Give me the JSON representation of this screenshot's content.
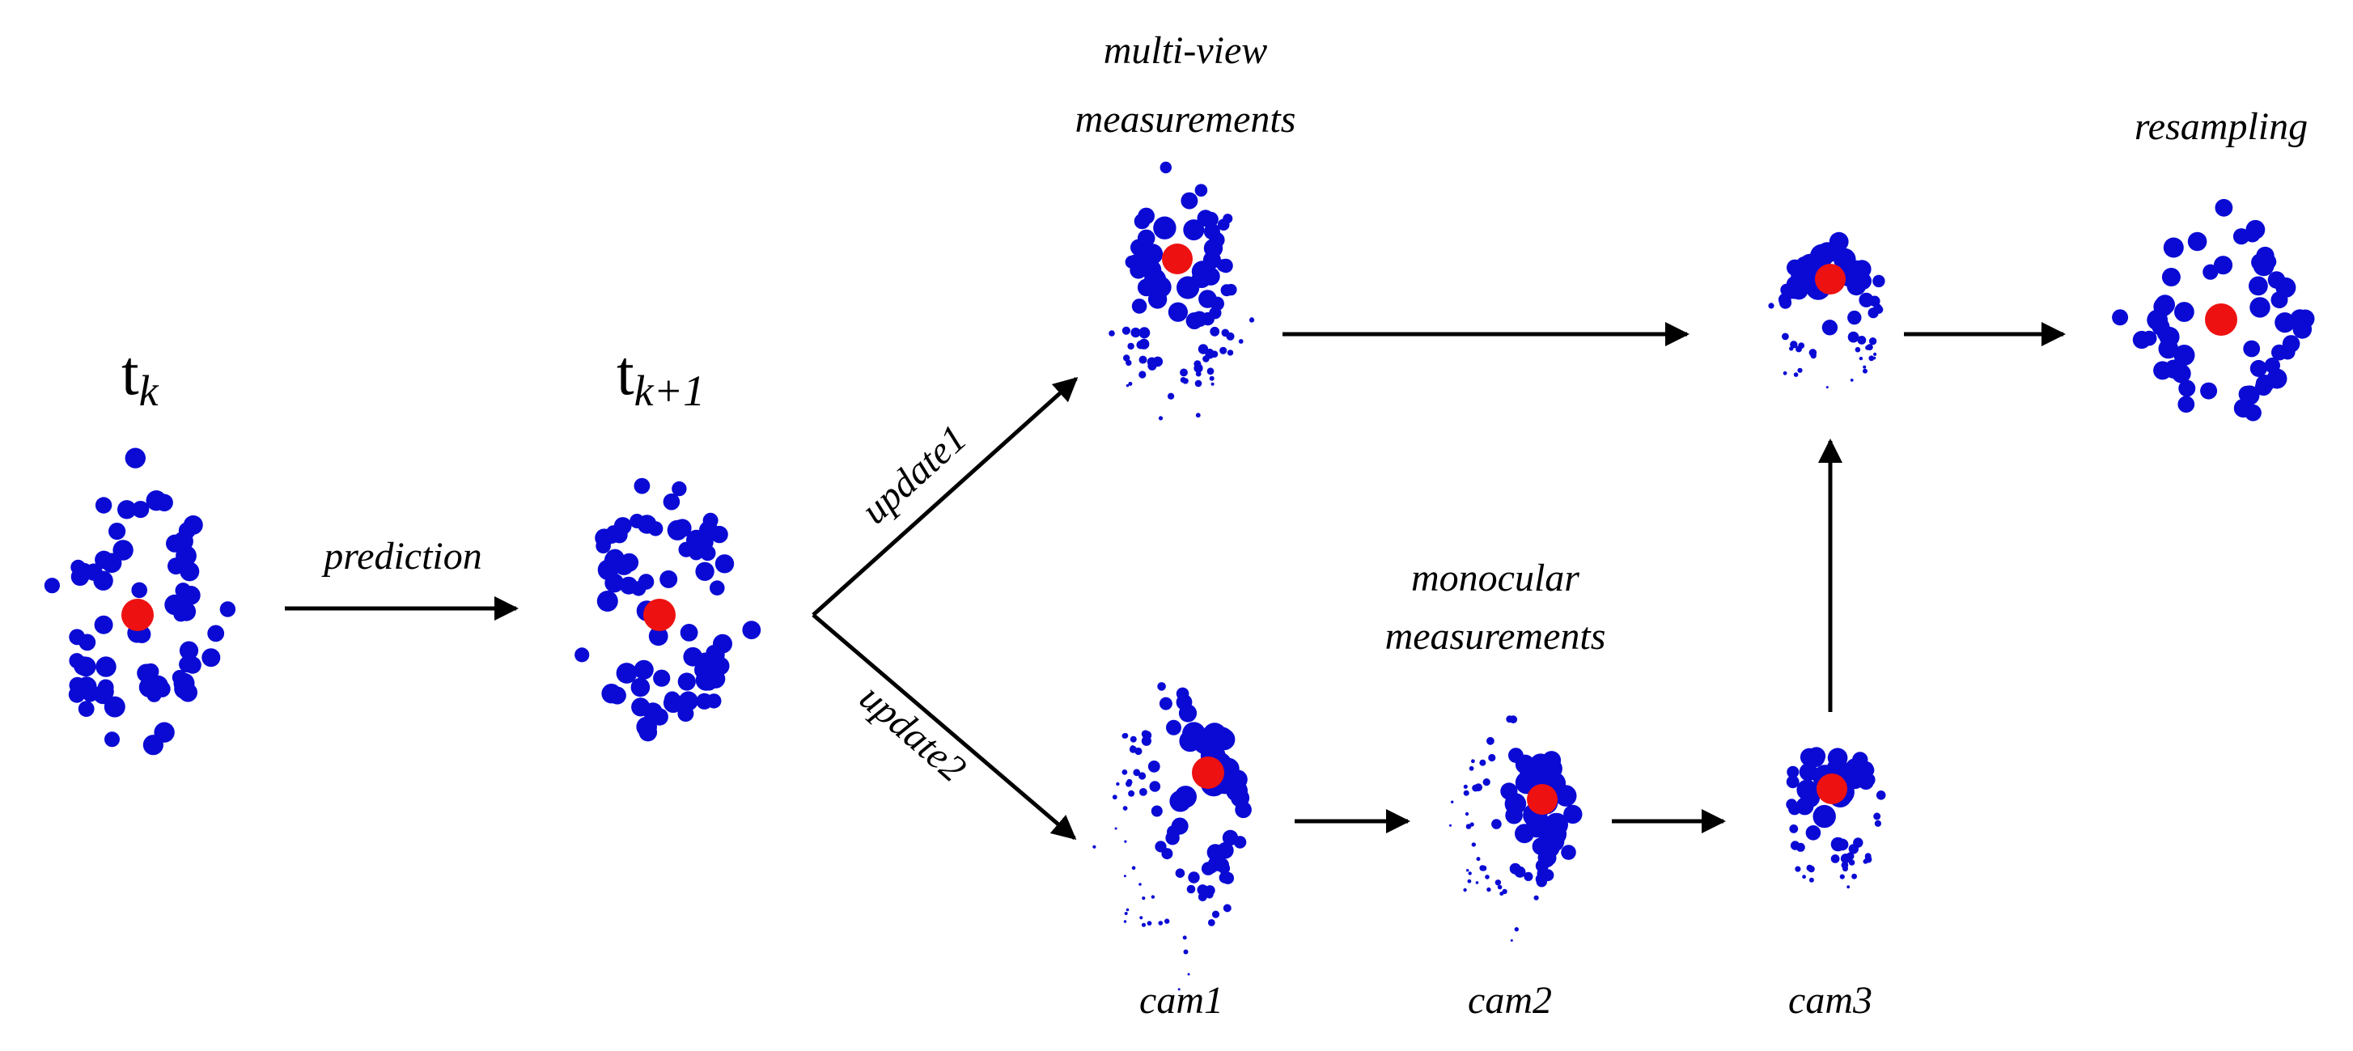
{
  "colors": {
    "particle": "#0a0ad4",
    "estimate": "#ee1111",
    "arrow": "#000000",
    "text": "#000000"
  },
  "time_labels": {
    "current": {
      "base": "t",
      "subscript": "k"
    },
    "next": {
      "base": "t",
      "subscript": "k+1"
    }
  },
  "labels": {
    "prediction": "prediction",
    "update1": "update1",
    "update2": "update2",
    "multiview_line1": "multi-view",
    "multiview_line2": "measurements",
    "monocular_line1": "monocular",
    "monocular_line2": "measurements",
    "resampling": "resampling",
    "cam1": "cam1",
    "cam2": "cam2",
    "cam3": "cam3"
  },
  "particle_clouds": [
    {
      "id": "prior-tk",
      "style": "uniform"
    },
    {
      "id": "predicted-tk1",
      "style": "uniform"
    },
    {
      "id": "multiview-weighted",
      "style": "weighted-top"
    },
    {
      "id": "cam1-weighted",
      "style": "weighted-top-right"
    },
    {
      "id": "cam2-weighted",
      "style": "weighted-top-right"
    },
    {
      "id": "cam3-weighted",
      "style": "weighted-top"
    },
    {
      "id": "fused-weighted",
      "style": "weighted-top"
    },
    {
      "id": "resampled",
      "style": "uniform"
    }
  ]
}
